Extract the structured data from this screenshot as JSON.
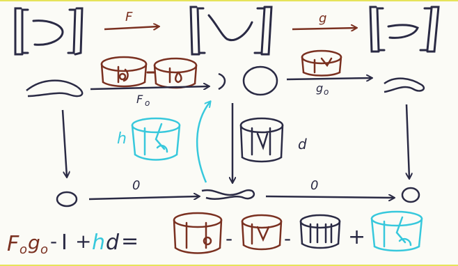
{
  "colors": {
    "ink": "#2a2a44",
    "brown": "#7a3020",
    "cyan": "#37c8dc",
    "highlight": "#e6e35a"
  },
  "top_row": {
    "arrow_f_label": "F",
    "arrow_g_label": "g"
  },
  "middle_row": {
    "arrow_F0_label": "F",
    "arrow_F0_sub": "o",
    "arrow_g0_label": "g",
    "arrow_g0_sub": "o",
    "h_label": "h",
    "d_label": "d"
  },
  "bottom_row": {
    "arrow1_label": "0",
    "arrow2_label": "0"
  },
  "equation": {
    "lhs_F": "F",
    "lhs_o1": "o",
    "lhs_g": "g",
    "lhs_o2": "o",
    "minus1": "-",
    "identity": "I",
    "plus1": "+",
    "h": "h",
    "d": "d",
    "equals": "=",
    "minus2": "-",
    "minus3": "-",
    "plus2": "+"
  }
}
